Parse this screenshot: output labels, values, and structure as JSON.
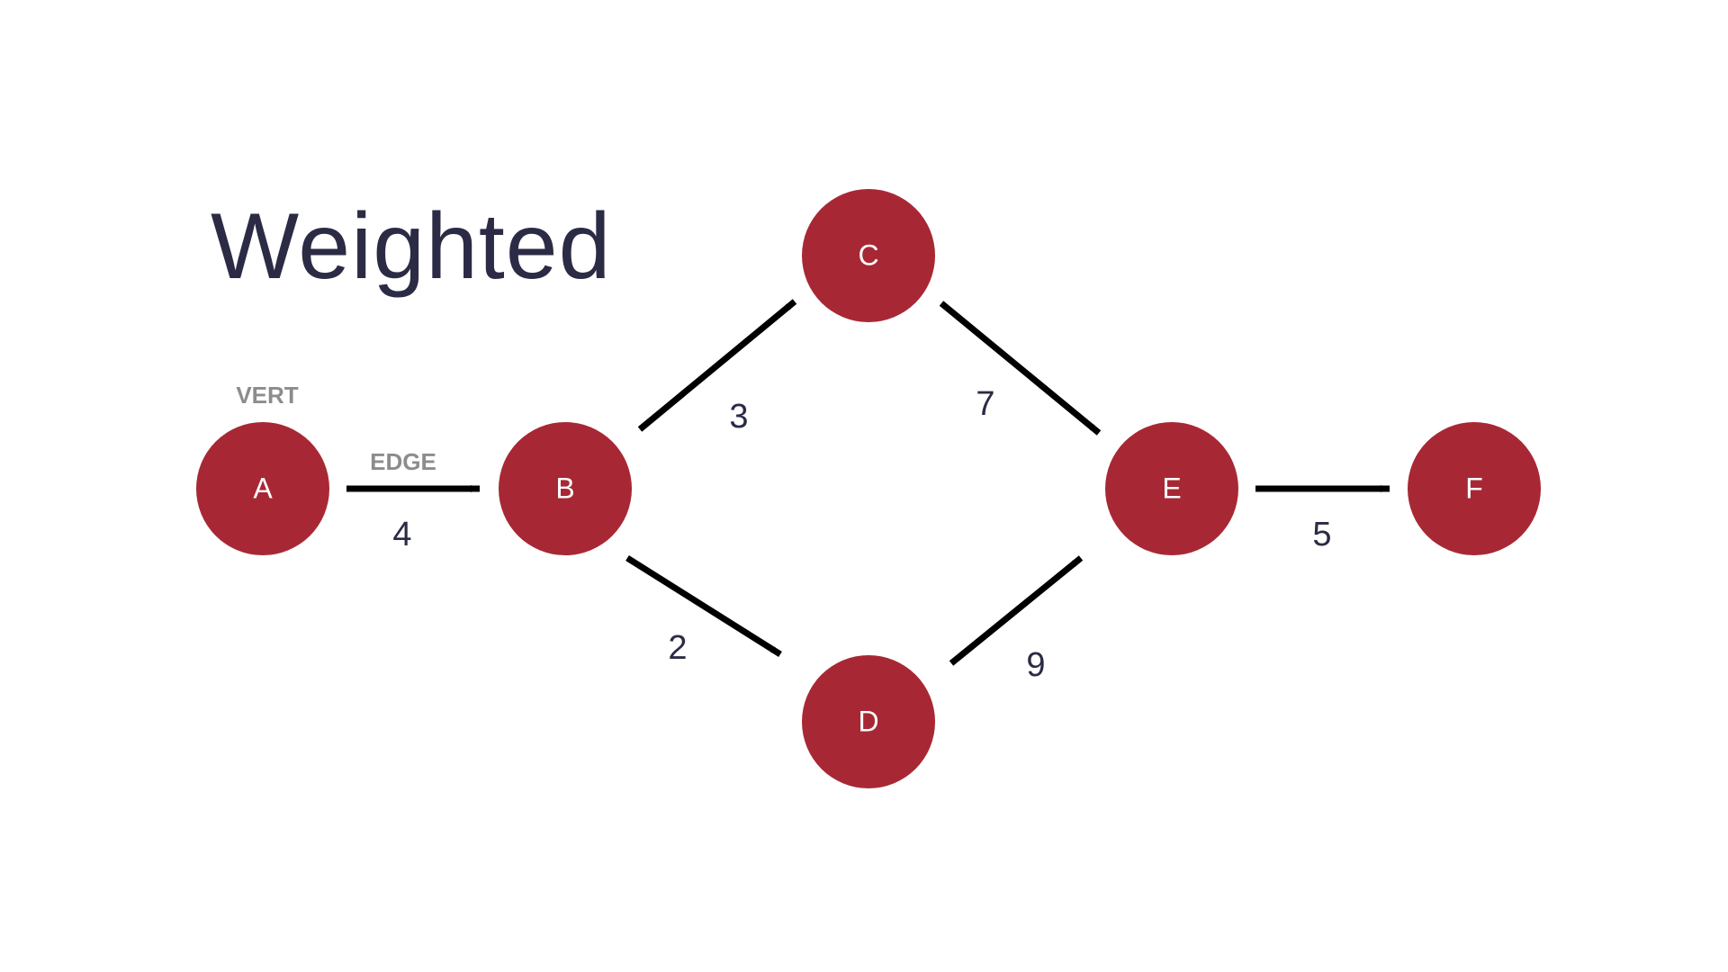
{
  "title": "Weighted",
  "annotations": {
    "vertex": "VERT",
    "edge": "EDGE"
  },
  "colors": {
    "node_fill": "#a72834",
    "node_text": "#ffffff",
    "edge_stroke": "#000000",
    "title_text": "#2b2b45",
    "weight_text": "#2b2b45",
    "annotation_text": "#8c8c8c",
    "background": "#ffffff"
  },
  "graph": {
    "directed": true,
    "weighted": true,
    "nodes": [
      {
        "id": "A",
        "label": "A"
      },
      {
        "id": "B",
        "label": "B"
      },
      {
        "id": "C",
        "label": "C"
      },
      {
        "id": "D",
        "label": "D"
      },
      {
        "id": "E",
        "label": "E"
      },
      {
        "id": "F",
        "label": "F"
      }
    ],
    "edges": [
      {
        "from": "A",
        "to": "B",
        "weight": "4"
      },
      {
        "from": "B",
        "to": "C",
        "weight": "3"
      },
      {
        "from": "B",
        "to": "D",
        "weight": "2"
      },
      {
        "from": "C",
        "to": "E",
        "weight": "7"
      },
      {
        "from": "D",
        "to": "E",
        "weight": "9"
      },
      {
        "from": "E",
        "to": "F",
        "weight": "5"
      }
    ]
  }
}
